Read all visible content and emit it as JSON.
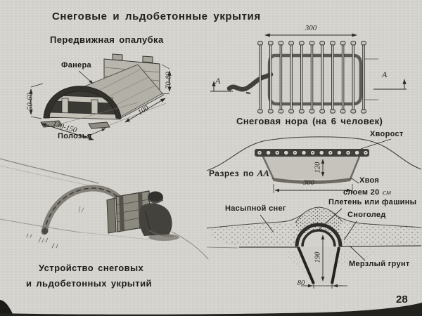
{
  "page": {
    "title": "Снеговые и льдобетонные укрытия",
    "page_number": "28"
  },
  "formwork": {
    "caption": "Передвижная опалубка",
    "label_plywood": "Фанера",
    "label_runners": "Полозья",
    "dim_height_front": "50-60",
    "dim_height_back": "70-80",
    "dim_width": "130-150",
    "dim_length": "100"
  },
  "burrow_plan": {
    "caption": "Снеговая нора (на 6 человек)",
    "dim_length": "300",
    "marker_left": "А",
    "marker_right": "А"
  },
  "burrow_section": {
    "label_prefix": "Разрез по",
    "label_letters": "АА",
    "label_brushwood": "Хворост",
    "label_needles_1": "Хвоя",
    "label_needles_2": "слоем 20",
    "label_needles_unit": "см",
    "dim_depth": "120",
    "dim_width": "300"
  },
  "trench_section": {
    "label_piled_snow": "Насыпной снег",
    "label_wattle": "Плетень или фашины",
    "label_snow_ice": "Сноголед",
    "label_frozen_ground": "Мерзлый грунт",
    "dim_depth": "190",
    "dim_width": "80"
  },
  "footer": {
    "line1": "Устройство снеговых",
    "line2": "и льдобетонных укрытий"
  }
}
